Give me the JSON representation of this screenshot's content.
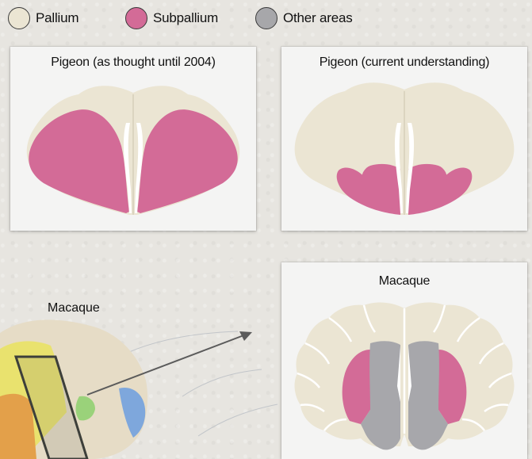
{
  "legend": {
    "items": [
      {
        "label": "Pallium",
        "color": "#ebe5d3"
      },
      {
        "label": "Subpallium",
        "color": "#d36b97"
      },
      {
        "label": "Other areas",
        "color": "#a7a7aa"
      }
    ]
  },
  "panels": {
    "pigeon_old": {
      "title": "Pigeon (as thought until 2004)"
    },
    "pigeon_current": {
      "title": "Pigeon (current understanding)"
    },
    "macaque": {
      "title": "Macaque"
    }
  },
  "brain_label": "Macaque",
  "colors": {
    "pallium": "#ebe5d3",
    "subpallium": "#d36b97",
    "other": "#a7a7ab",
    "background": "#e7e5e0"
  }
}
